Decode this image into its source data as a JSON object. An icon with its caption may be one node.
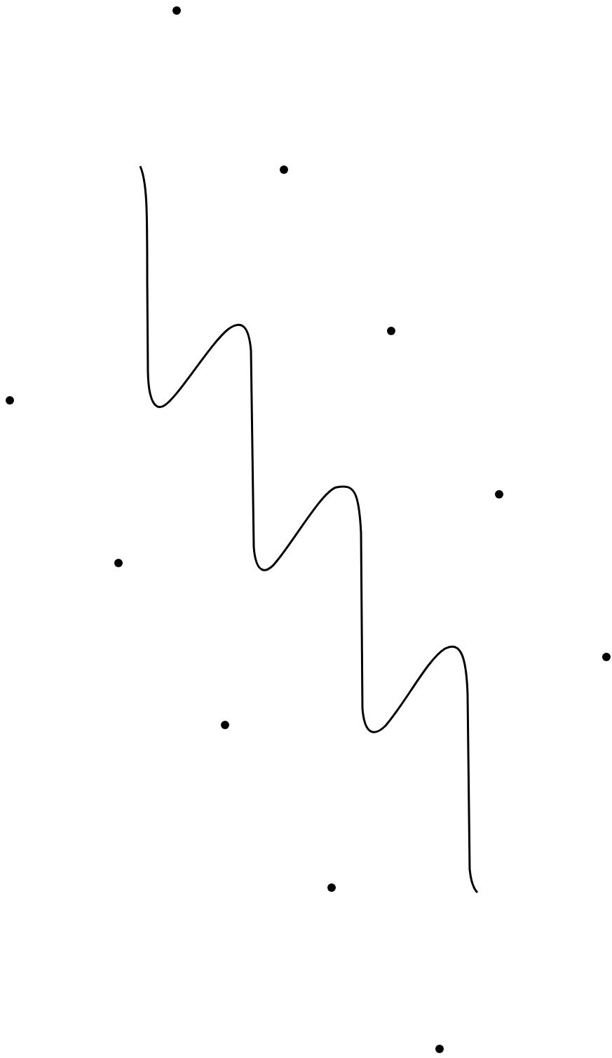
{
  "diagram": {
    "nodes": [
      {
        "text": [],
        "shape": "circle"
      },
      {
        "text": [],
        "shape": "circle"
      },
      {
        "text": [],
        "shape": "circle"
      },
      {
        "text": [],
        "shape": "circle"
      },
      {
        "text": [],
        "shape": "circle"
      },
      {
        "text": [],
        "shape": "circle"
      },
      {
        "text": [],
        "shape": "circle"
      },
      {
        "text": [],
        "shape": "circle"
      },
      {
        "text": [],
        "shape": "circle"
      },
      {
        "text": [],
        "shape": "circle"
      }
    ]
  }
}
